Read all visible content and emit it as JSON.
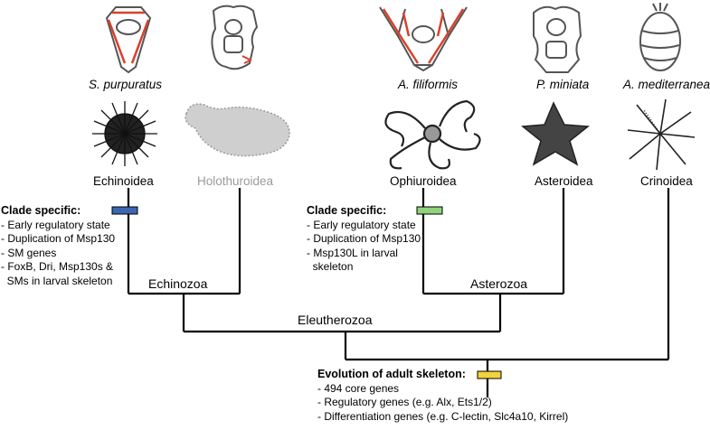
{
  "species": [
    {
      "id": "sp-purpuratus",
      "name": "S. purpuratus"
    },
    {
      "id": "af-filiformis",
      "name": "A. filiformis"
    },
    {
      "id": "pm-miniata",
      "name": "P. miniata"
    },
    {
      "id": "am-mediterranea",
      "name": "A. mediterranea"
    }
  ],
  "classes": [
    {
      "id": "echinoidea",
      "name": "Echinoidea"
    },
    {
      "id": "holothuroidea",
      "name": "Holothuroidea"
    },
    {
      "id": "ophiuroidea",
      "name": "Ophiuroidea"
    },
    {
      "id": "asteroidea",
      "name": "Asteroidea"
    },
    {
      "id": "crinoidea",
      "name": "Crinoidea"
    }
  ],
  "nodes": {
    "echinozoa": "Echinozoa",
    "asterozoa": "Asterozoa",
    "eleutherozoa": "Eleutherozoa"
  },
  "clade_box_left": {
    "heading": "Clade specific:",
    "items": [
      "- Early regulatory state",
      "- Duplication of Msp130",
      "- SM genes",
      "- FoxB, Dri, Msp130s &",
      "  SMs in larval skeleton"
    ],
    "marker_color": "#3a67b0"
  },
  "clade_box_right": {
    "heading": "Clade specific:",
    "items": [
      "- Early regulatory state",
      "- Duplication of Msp130",
      "- Msp130L in larval",
      "  skeleton"
    ],
    "marker_color": "#8fd37a"
  },
  "adult_box": {
    "heading": "Evolution of adult skeleton:",
    "items": [
      "- 494 core genes",
      "- Regulatory genes (e.g. Alx, Ets1/2)",
      "- Differentiation genes (e.g. C-lectin, Slc4a10, Kirrel)"
    ],
    "marker_color": "#f2d33b"
  },
  "colors": {
    "skeleton_red": "#d9412b",
    "outline_grey": "#555555",
    "holothuroid_grey": "#9a9a9a",
    "line": "#000000"
  }
}
